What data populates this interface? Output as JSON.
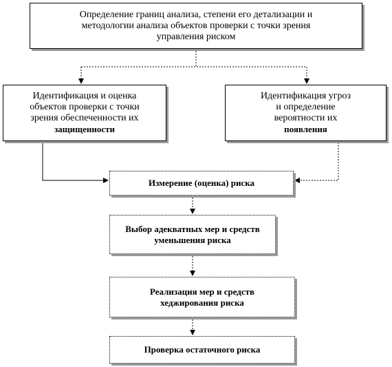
{
  "diagram": {
    "box_top": {
      "lines": [
        "Определение границ анализа, степени его детализации и",
        "методологии анализа объектов проверки с точки зрения",
        "управления риском"
      ]
    },
    "box_left": {
      "lines": [
        "Идентификация и оценка",
        "объектов проверки с точки",
        "зрения обеспеченности их"
      ],
      "bold_line": "защищенности"
    },
    "box_right": {
      "lines": [
        "Идентификация угроз",
        "и определение",
        "вероятности их"
      ],
      "bold_line": "появления"
    },
    "box_measure": {
      "label": "Измерение (оценка) риска"
    },
    "box_select": {
      "lines": [
        "Выбор адекватных мер и средств",
        "уменьшения риска"
      ]
    },
    "box_implement": {
      "lines": [
        "Реализация мер и средств",
        "хеджирования риска"
      ]
    },
    "box_check": {
      "label": "Проверка остаточного риска"
    }
  }
}
